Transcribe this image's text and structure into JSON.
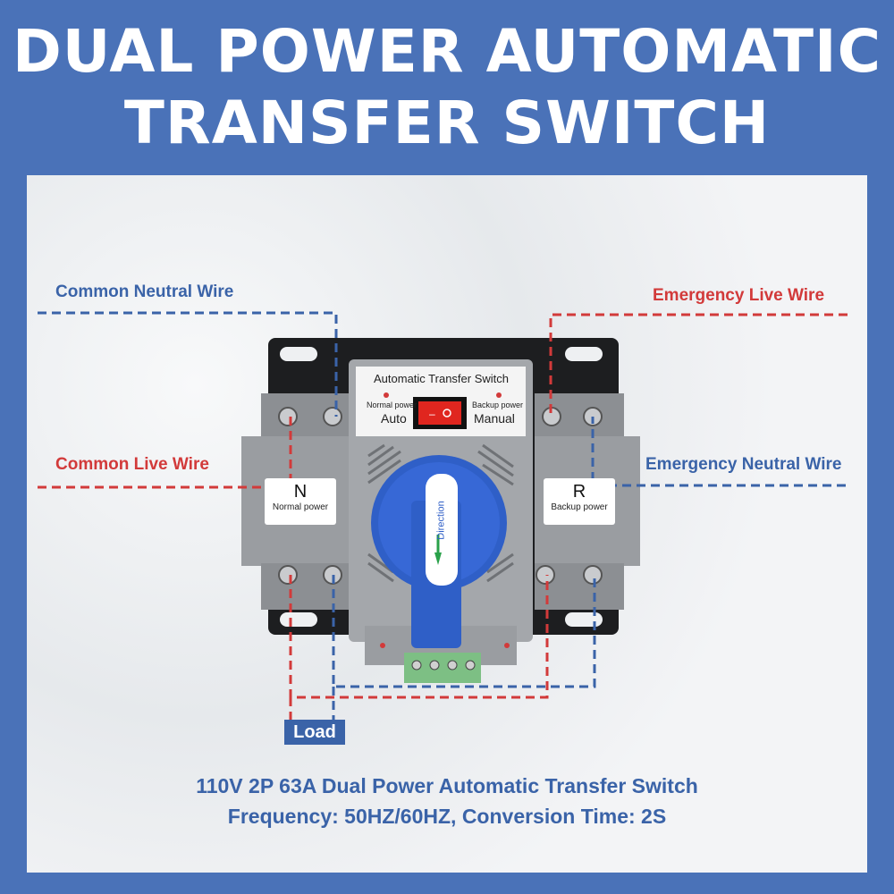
{
  "header": {
    "title_line1": "DUAL POWER AUTOMATIC",
    "title_line2": "TRANSFER SWITCH"
  },
  "labels": {
    "common_neutral": "Common Neutral Wire",
    "emergency_live": "Emergency Live Wire",
    "common_live": "Common Live Wire",
    "emergency_neutral": "Emergency Neutral Wire",
    "load": "Load"
  },
  "device": {
    "name": "Automatic Transfer Switch",
    "normal_power": "Normal power",
    "backup_power": "Backup power",
    "auto": "Auto",
    "manual": "Manual",
    "left_plate_letter": "N",
    "left_plate_text": "Normal power",
    "right_plate_letter": "R",
    "right_plate_text": "Backup power",
    "handle_text": "Direction"
  },
  "caption": {
    "line1": "110V 2P 63A Dual Power Automatic Transfer Switch",
    "line2": "Frequency: 50HZ/60HZ, Conversion Time: 2S"
  },
  "colors": {
    "background": "#4a72b8",
    "wire_blue": "#3a63a8",
    "wire_red": "#d23a3a",
    "handle": "#2f5fc7"
  }
}
